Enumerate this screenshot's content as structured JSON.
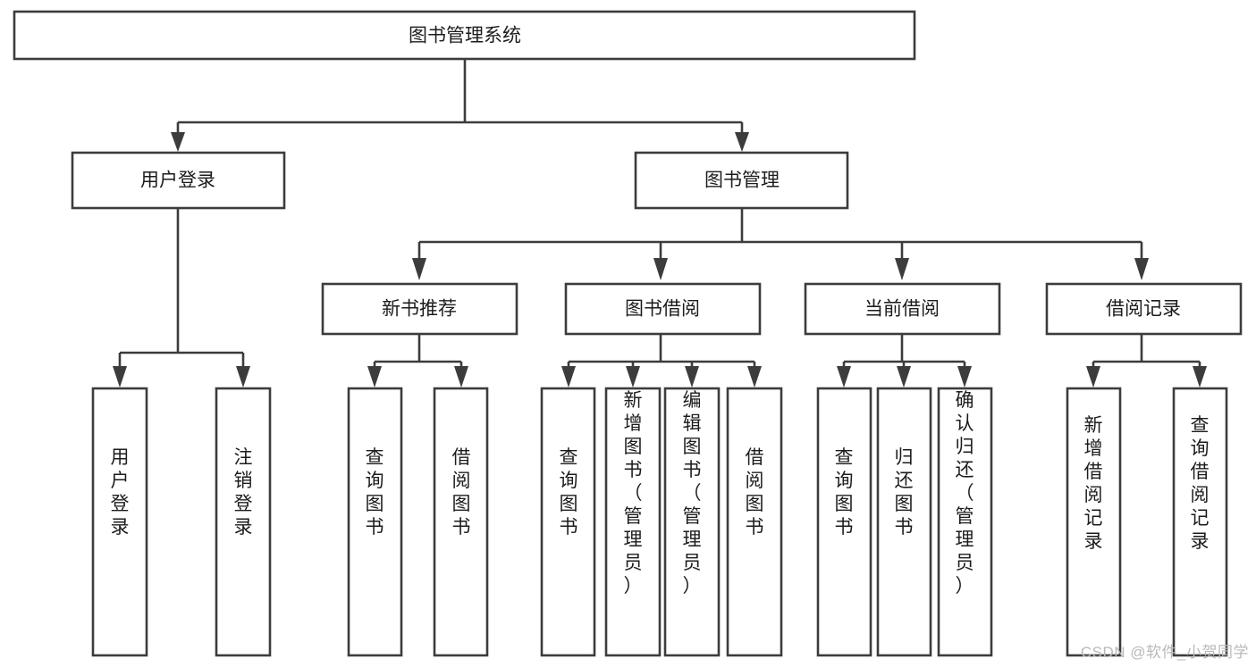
{
  "diagram": {
    "type": "tree",
    "title": "图书管理系统",
    "watermark": "CSDN @软件_小贺同学",
    "levels": 4,
    "colors": {
      "box_fill": "#ffffff",
      "box_stroke": "#3c3c3c",
      "text": "#1c1c1c",
      "watermark": "#b9b9b9",
      "background": "#ffffff"
    },
    "nodes": {
      "root": {
        "label": "图书管理系统",
        "orientation": "horizontal"
      },
      "l2": [
        {
          "id": "user-login",
          "label": "用户登录",
          "orientation": "horizontal"
        },
        {
          "id": "book-manage",
          "label": "图书管理",
          "orientation": "horizontal"
        }
      ],
      "l3": [
        {
          "id": "new-book-rec",
          "label": "新书推荐",
          "orientation": "horizontal"
        },
        {
          "id": "book-borrow",
          "label": "图书借阅",
          "orientation": "horizontal"
        },
        {
          "id": "current-borrow",
          "label": "当前借阅",
          "orientation": "horizontal"
        },
        {
          "id": "borrow-record",
          "label": "借阅记录",
          "orientation": "horizontal"
        }
      ],
      "leaves": [
        {
          "id": "leaf-user-login",
          "label": "用户登录",
          "parent": "user-login",
          "orientation": "vertical"
        },
        {
          "id": "leaf-user-logout",
          "label": "注销登录",
          "parent": "user-login",
          "orientation": "vertical"
        },
        {
          "id": "leaf-query-book-1",
          "label": "查询图书",
          "parent": "new-book-rec",
          "orientation": "vertical"
        },
        {
          "id": "leaf-borrow-book-1",
          "label": "借阅图书",
          "parent": "new-book-rec",
          "orientation": "vertical"
        },
        {
          "id": "leaf-query-book-2",
          "label": "查询图书",
          "parent": "book-borrow",
          "orientation": "vertical"
        },
        {
          "id": "leaf-add-book",
          "label": "新增图书（管理员）",
          "parent": "book-borrow",
          "orientation": "vertical"
        },
        {
          "id": "leaf-edit-book",
          "label": "编辑图书（管理员）",
          "parent": "book-borrow",
          "orientation": "vertical"
        },
        {
          "id": "leaf-borrow-book-2",
          "label": "借阅图书",
          "parent": "book-borrow",
          "orientation": "vertical"
        },
        {
          "id": "leaf-query-book-3",
          "label": "查询图书",
          "parent": "current-borrow",
          "orientation": "vertical"
        },
        {
          "id": "leaf-return-book",
          "label": "归还图书",
          "parent": "current-borrow",
          "orientation": "vertical"
        },
        {
          "id": "leaf-confirm-return",
          "label": "确认归还（管理员）",
          "parent": "current-borrow",
          "orientation": "vertical"
        },
        {
          "id": "leaf-add-record",
          "label": "新增借阅记录",
          "parent": "borrow-record",
          "orientation": "vertical"
        },
        {
          "id": "leaf-query-record",
          "label": "查询借阅记录",
          "parent": "borrow-record",
          "orientation": "vertical"
        }
      ]
    }
  }
}
